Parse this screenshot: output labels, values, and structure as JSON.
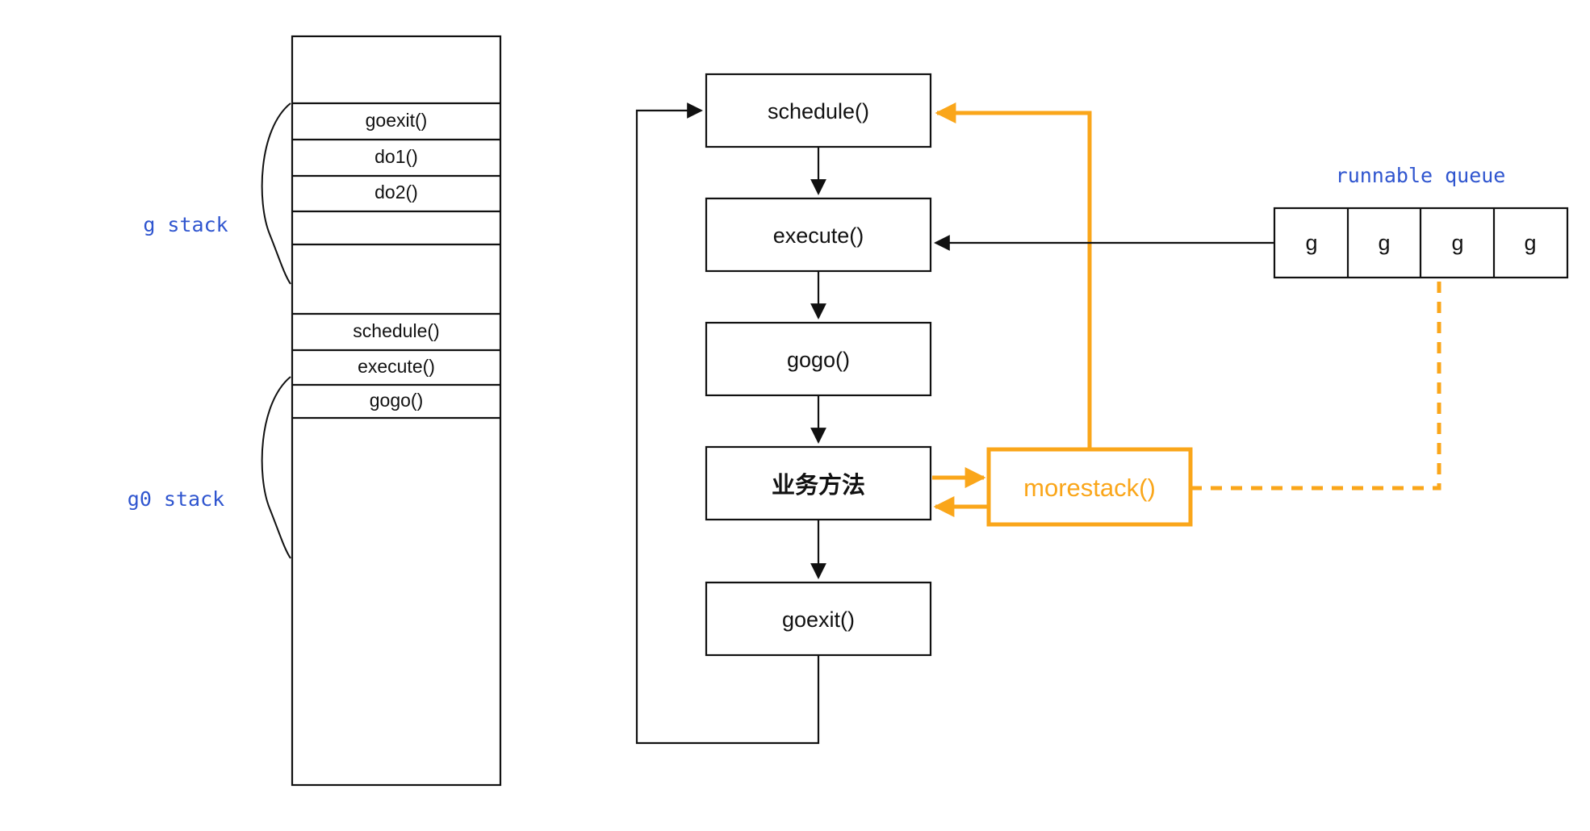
{
  "diagram": {
    "title": "Go scheduler g stack / g0 stack call flow",
    "colors": {
      "accent_orange": "#FAA61A",
      "annotation_blue": "#2f55cf",
      "stroke_black": "#111111",
      "background": "#ffffff"
    },
    "stack_panel": {
      "annotations": [
        {
          "id": "g-stack",
          "label": "g stack"
        },
        {
          "id": "g0-stack",
          "label": "g0 stack"
        }
      ],
      "cells": [
        {
          "label": "",
          "empty": true
        },
        {
          "label": "goexit()",
          "empty": false
        },
        {
          "label": "do1()",
          "empty": false
        },
        {
          "label": "do2()",
          "empty": false
        },
        {
          "label": "",
          "empty": true
        },
        {
          "label": "",
          "empty": true
        },
        {
          "label": "schedule()",
          "empty": false
        },
        {
          "label": "execute()",
          "empty": false
        },
        {
          "label": "gogo()",
          "empty": false
        },
        {
          "label": "",
          "empty": true
        }
      ]
    },
    "flow": {
      "nodes": [
        {
          "id": "schedule",
          "label": "schedule()",
          "cjk": false
        },
        {
          "id": "execute",
          "label": "execute()",
          "cjk": false
        },
        {
          "id": "gogo",
          "label": "gogo()",
          "cjk": false
        },
        {
          "id": "business",
          "label": "业务方法",
          "cjk": true
        },
        {
          "id": "goexit",
          "label": "goexit()",
          "cjk": false
        }
      ],
      "orange_node": {
        "id": "morestack",
        "label": "morestack()"
      }
    },
    "queue": {
      "title": "runnable queue",
      "cells": [
        {
          "label": "g"
        },
        {
          "label": "g"
        },
        {
          "label": "g"
        },
        {
          "label": "g"
        }
      ]
    }
  }
}
